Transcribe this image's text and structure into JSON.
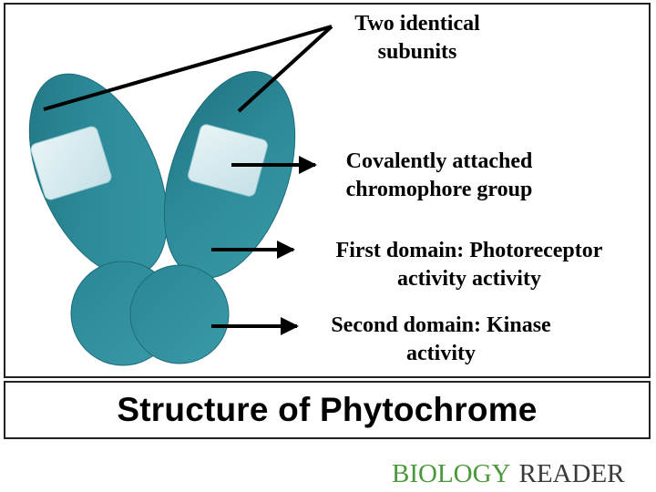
{
  "diagram": {
    "labels": {
      "subunits": [
        "Two identical",
        "subunits"
      ],
      "chromophore": [
        "Covalently attached",
        "chromophore group"
      ],
      "first_domain": [
        "First domain: Photoreceptor",
        "activity activity"
      ],
      "second_domain": [
        "Second domain: Kinase",
        "activity"
      ]
    },
    "colors": {
      "subunit_fill": "#2e8c9a",
      "subunit_edge": "#1d6b78",
      "chromophore_fill": "#d6eaee",
      "arrow": "#000000"
    }
  },
  "title": "Structure of Phytochrome",
  "brand": {
    "word1": "BIOLOGY",
    "word2": "READER",
    "color1": "#4a9a3b",
    "color2": "#3a3a3a"
  }
}
